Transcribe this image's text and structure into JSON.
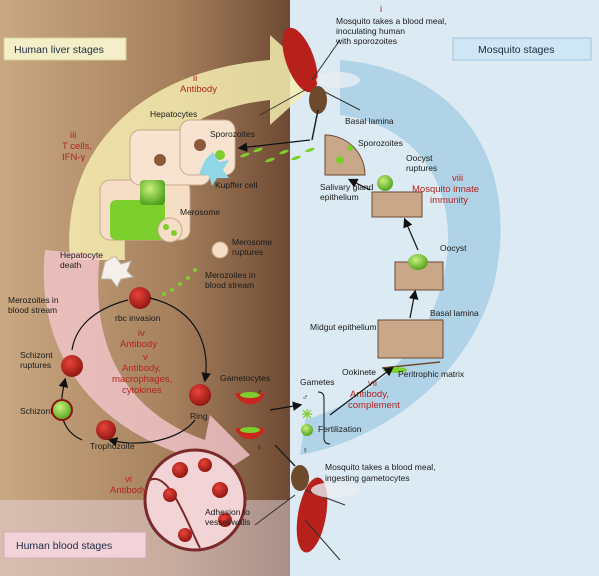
{
  "panels": {
    "liver": "Human liver stages",
    "mosquito": "Mosquito stages",
    "blood": "Human blood stages"
  },
  "interventions": {
    "i_num": "i",
    "i_text": [
      "Mosquito takes a blood meal,",
      "inoculating human",
      "with sporozoites"
    ],
    "ii_num": "ii",
    "ii_text": "Antibody",
    "iii_num": "iii",
    "iii_text": [
      "T cells,",
      "IFN-γ"
    ],
    "iv_num": "iv",
    "iv_text": "Antibody",
    "v_num": "v",
    "v_text": [
      "Antibody,",
      "macrophages,",
      "cytokines"
    ],
    "vi_num": "vi",
    "vi_text": "Antibody",
    "vii_num": "vii",
    "vii_text": [
      "Antibody,",
      "complement"
    ],
    "viii_num": "viii",
    "viii_text": [
      "Mosquito innate",
      "immunity"
    ]
  },
  "labels": {
    "hepatocytes": "Hepatocytes",
    "sporozoites_left": "Sporozoites",
    "kupffer": "Kupffer cell",
    "merosome": "Merosome",
    "merosome_ruptures": [
      "Merosome",
      "ruptures"
    ],
    "hepatocyte_death": [
      "Hepatocyte",
      "death"
    ],
    "merozoites_stream_right": [
      "Merozoites in",
      "blood stream"
    ],
    "merozoites_stream_left": [
      "Merozoites in",
      "blood stream"
    ],
    "rbc_invasion": "rbc invasion",
    "schizont_ruptures": [
      "Schizont",
      "ruptures"
    ],
    "schizont": "Schizont",
    "trophozoite": "Trophozoite",
    "ring": "Ring",
    "gametocytes": "Gametocytes",
    "adhesion": [
      "Adhesion to",
      "vessel walls"
    ],
    "basal_lamina_top": "Basal lamina",
    "sporozoites_right": "Sporozoites",
    "salivary_gland": [
      "Salivary gland",
      "epithelium"
    ],
    "oocyst_ruptures": [
      "Oocyst",
      "ruptures"
    ],
    "oocyst": "Oocyst",
    "midgut_epithelium": "Midgut epithelium",
    "basal_lamina_bottom": "Basal lamina",
    "ookinete": "Ookinete",
    "peritrophic_matrix": "Peritrophic matrix",
    "gametes": "Gametes",
    "fertilization": "Fertilization",
    "male_symbol": "♂",
    "female_symbol": "♀",
    "blood_meal_bottom": [
      "Mosquito takes a blood meal,",
      "ingesting gametocytes"
    ]
  },
  "colors": {
    "skin": "#a6805d",
    "skin_dark": "#6e4a33",
    "sky": "#dbeaf3",
    "arrow_blue": "#a9cfe4",
    "arrow_yellow": "#f4ecb0",
    "arrow_pink": "#f3c6cc",
    "intervention_red": "#b3241f",
    "parasite_green": "#7ccf2c",
    "rbc_red": "#c8261f",
    "box_blue": "#cfe6f4",
    "box_pink": "#f3d3da",
    "box_yellow": "#f4efc8"
  }
}
